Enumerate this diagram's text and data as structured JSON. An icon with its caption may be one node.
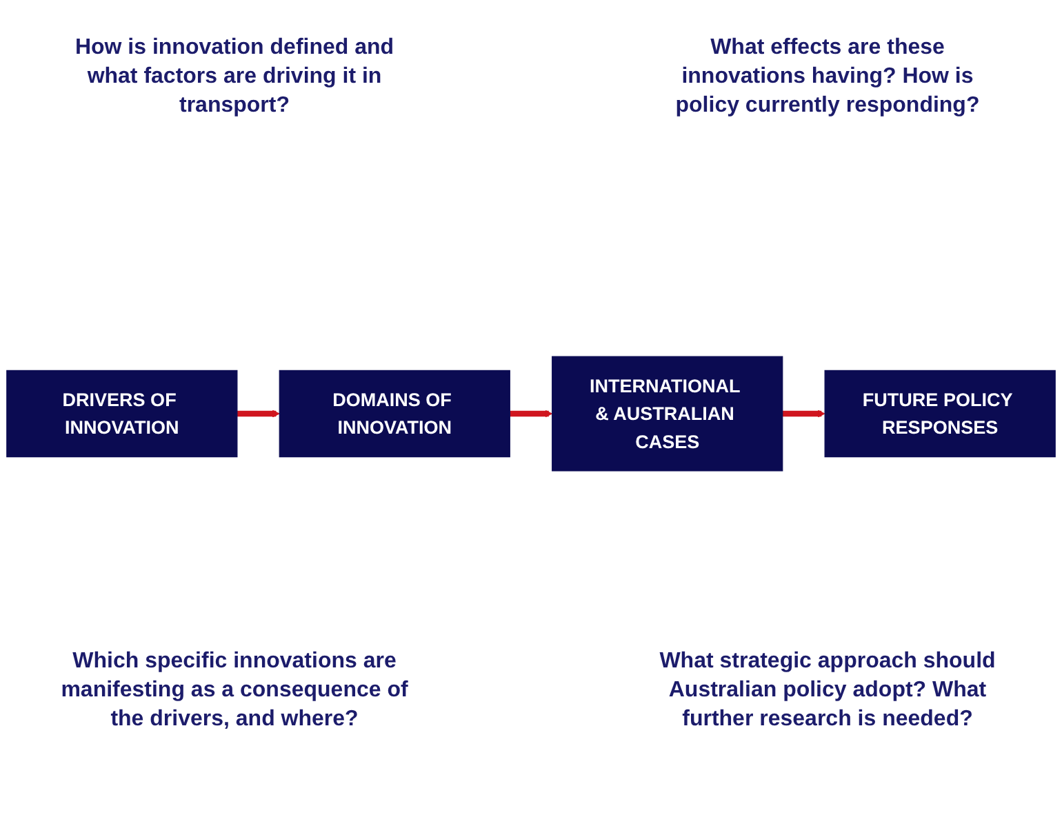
{
  "diagram": {
    "nodes": [
      {
        "text": [
          "DRIVERS OF INNOVATION"
        ]
      },
      {
        "text": [
          "DOMAINS OF INNOVATION"
        ]
      },
      {
        "text": [
          "INTERNATIONAL & AUSTRALIAN CASES"
        ]
      },
      {
        "text": [
          "FUTURE POLICY RESPONSES"
        ]
      }
    ],
    "edges": [
      {
        "from": 0,
        "to": 1,
        "arrow": "to"
      },
      {
        "from": 1,
        "to": 2,
        "arrow": "to"
      },
      {
        "from": 2,
        "to": 3,
        "arrow": "to"
      }
    ],
    "labels": [
      "How is innovation defined and what factors are driving it in transport?",
      "What effects are these innovations having? How is policy currently responding?",
      "Which specific innovations are manifesting as a consequence of the drivers, and where?",
      "What strategic approach should Australian policy adopt? What further research is needed?"
    ]
  }
}
